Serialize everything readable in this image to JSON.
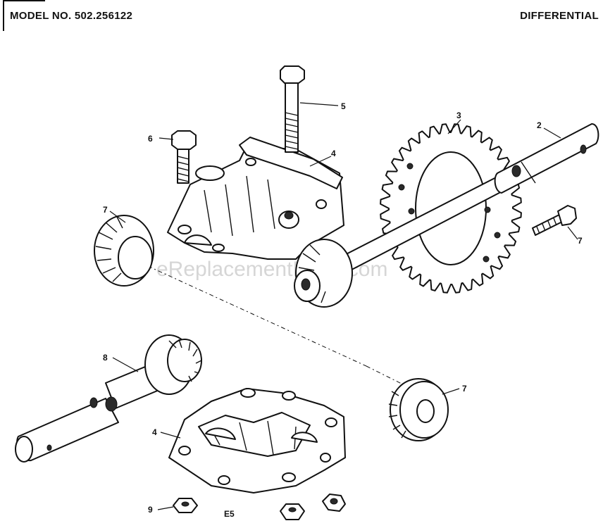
{
  "header": {
    "model": "MODEL NO. 502.256122",
    "title": "DIFFERENTIAL"
  },
  "figure_code": "E5",
  "watermark": "eReplacementParts.com",
  "callouts": {
    "c2": "2",
    "c3": "3",
    "c4a": "4",
    "c4b": "4",
    "c5": "5",
    "c6": "6",
    "c7a": "7",
    "c7b": "7",
    "c7c": "7",
    "c8": "8",
    "c9": "9"
  }
}
